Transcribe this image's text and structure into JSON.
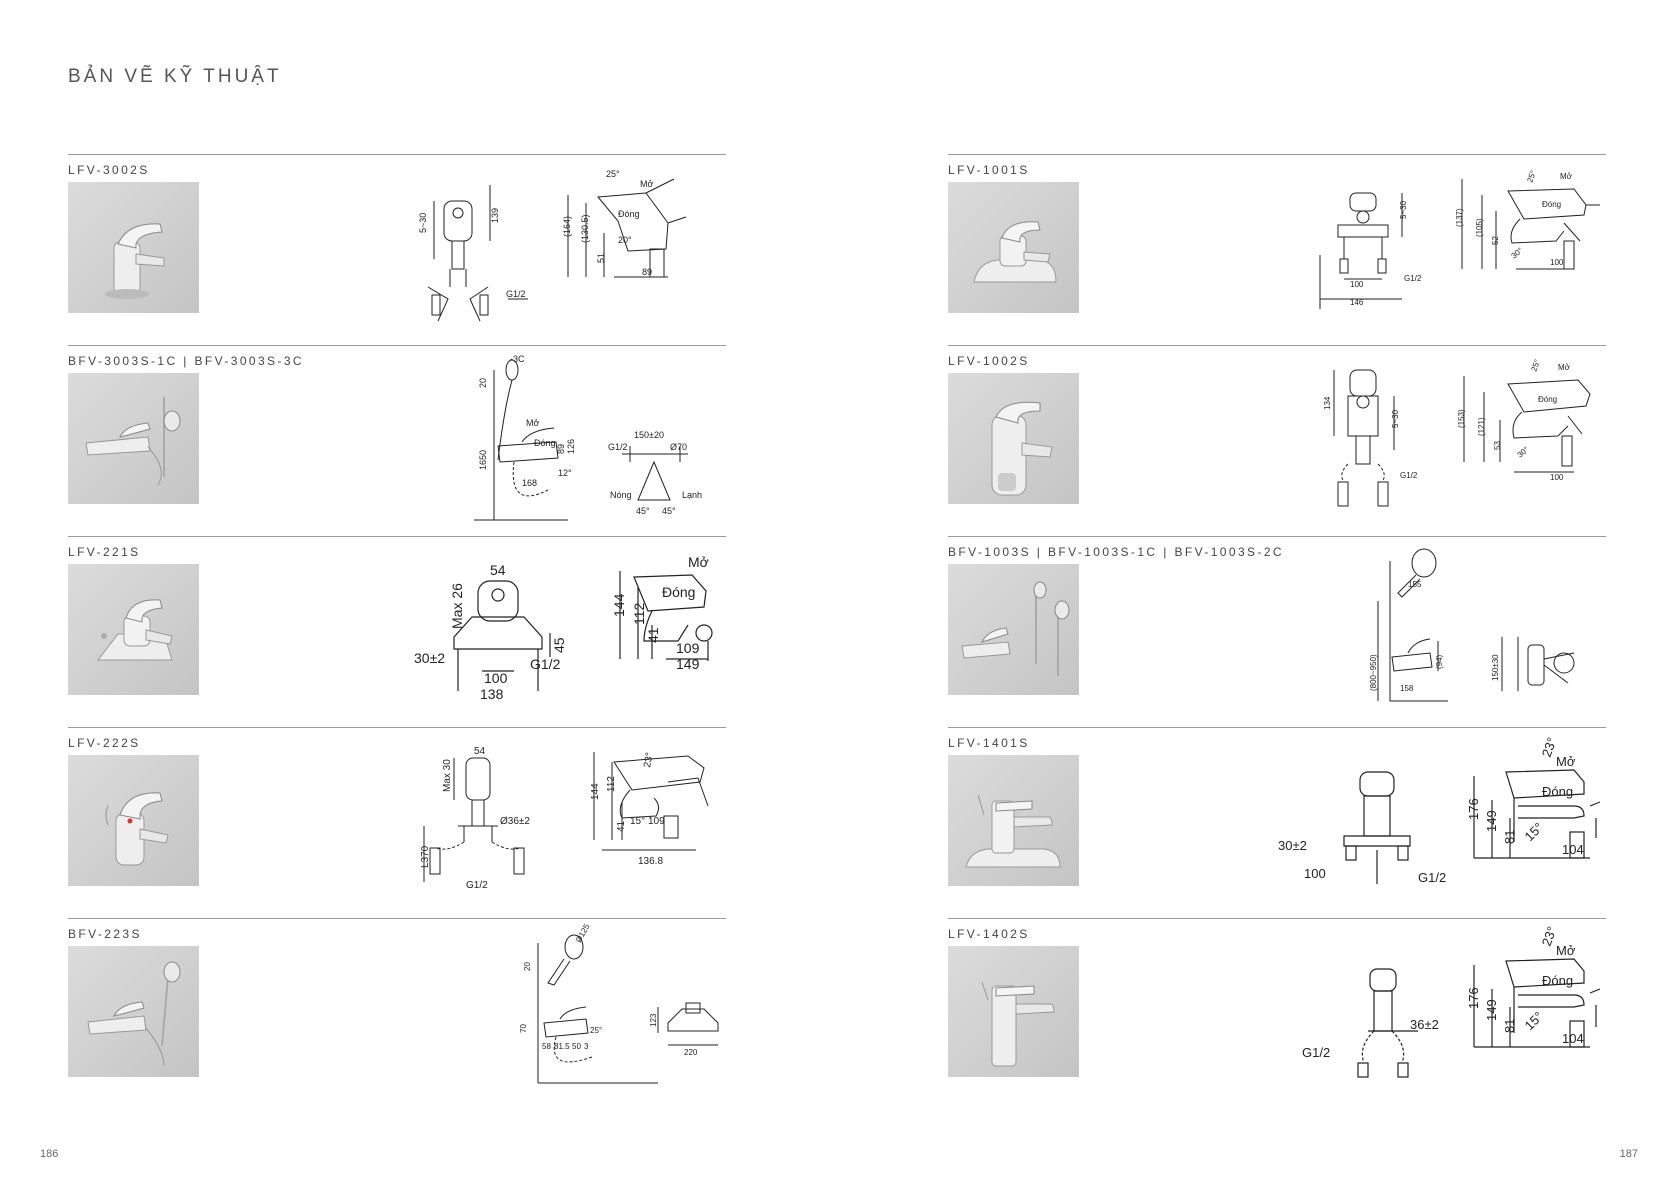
{
  "page": {
    "title": "BẢN VẼ KỸ THUẬT",
    "page_left": "186",
    "page_right": "187"
  },
  "left": [
    {
      "model": "LFV-3002S",
      "dims": {
        "d1": "5~30",
        "d2": "139",
        "d3": "G1/2",
        "d4": "(164)",
        "d5": "(130.5)",
        "d6": "51",
        "d7": "89",
        "a1": "25°",
        "a2": "20°",
        "mo": "Mở",
        "dong": "Đóng"
      }
    },
    {
      "model": "BFV-3003S-1C  |  BFV-3003S-3C",
      "dims": {
        "c3": "-3C",
        "h20": "20",
        "h1650": "1650",
        "mo": "Mở",
        "dong": "Đóng",
        "d126": "126",
        "d89": "89",
        "a12": "12°",
        "d168": "168",
        "g12": "G1/2",
        "d150": "150±20",
        "d70": "Ø70",
        "nong": "Nóng",
        "lanh": "Lạnh",
        "a45a": "45°",
        "a45b": "45°"
      }
    },
    {
      "model": "LFV-221S",
      "dims": {
        "max26": "Max 26",
        "d54": "54",
        "d30": "30±2",
        "d45": "45",
        "g12": "G1/2",
        "d100": "100",
        "d138": "138",
        "d144": "144",
        "d112": "112",
        "d41": "41",
        "d109": "109",
        "d149": "149",
        "mo": "Mở",
        "dong": "Đóng"
      }
    },
    {
      "model": "LFV-222S",
      "dims": {
        "d54": "54",
        "max30": "Max 30",
        "d36": "Ø36±2",
        "l370": "L370",
        "g12": "G1/2",
        "d144": "144",
        "d112": "112",
        "d41": "41",
        "a23": "23°",
        "a15": "15°",
        "d109": "109",
        "d1368": "136.8"
      }
    },
    {
      "model": "BFV-223S",
      "dims": {
        "d20": "20",
        "d70": "70",
        "d58": "58",
        "d81": "81.5",
        "d50": "50",
        "d3": "3",
        "a25": "25°",
        "d125": "Ø125",
        "d123": "123",
        "d220": "220"
      }
    }
  ],
  "right": [
    {
      "model": "LFV-1001S",
      "dims": {
        "d530": "5~30",
        "d100": "100",
        "d146": "146",
        "g12": "G1/2",
        "d137": "(137)",
        "d105": "(105)",
        "d52": "52",
        "a25": "25°",
        "a30": "30°",
        "d100b": "100",
        "mo": "Mở",
        "dong": "Đóng"
      }
    },
    {
      "model": "LFV-1002S",
      "dims": {
        "d134": "134",
        "d530": "5~30",
        "g12": "G1/2",
        "d153": "(153)",
        "d121": "(121)",
        "d53": "53",
        "a25": "25°",
        "a30": "30°",
        "d100": "100",
        "mo": "Mở",
        "dong": "Đóng"
      }
    },
    {
      "model": "BFV-1003S  |  BFV-1003S-1C  |  BFV-1003S-2C",
      "dims": {
        "d155": "155",
        "d800": "(800~950)",
        "d94": "(94)",
        "d158": "158",
        "d150": "150±30"
      }
    },
    {
      "model": "LFV-1401S",
      "dims": {
        "d30": "30±2",
        "d100": "100",
        "g12": "G1/2",
        "d176": "176",
        "d149": "149",
        "d81": "81",
        "d104": "104",
        "a23": "23°",
        "a15": "15°",
        "mo": "Mở",
        "dong": "Đóng"
      }
    },
    {
      "model": "LFV-1402S",
      "dims": {
        "d36": "36±2",
        "g12": "G1/2",
        "d176": "176",
        "d149": "149",
        "d81": "81",
        "d104": "104",
        "a23": "23°",
        "a15": "15°",
        "mo": "Mở",
        "dong": "Đóng"
      }
    }
  ]
}
